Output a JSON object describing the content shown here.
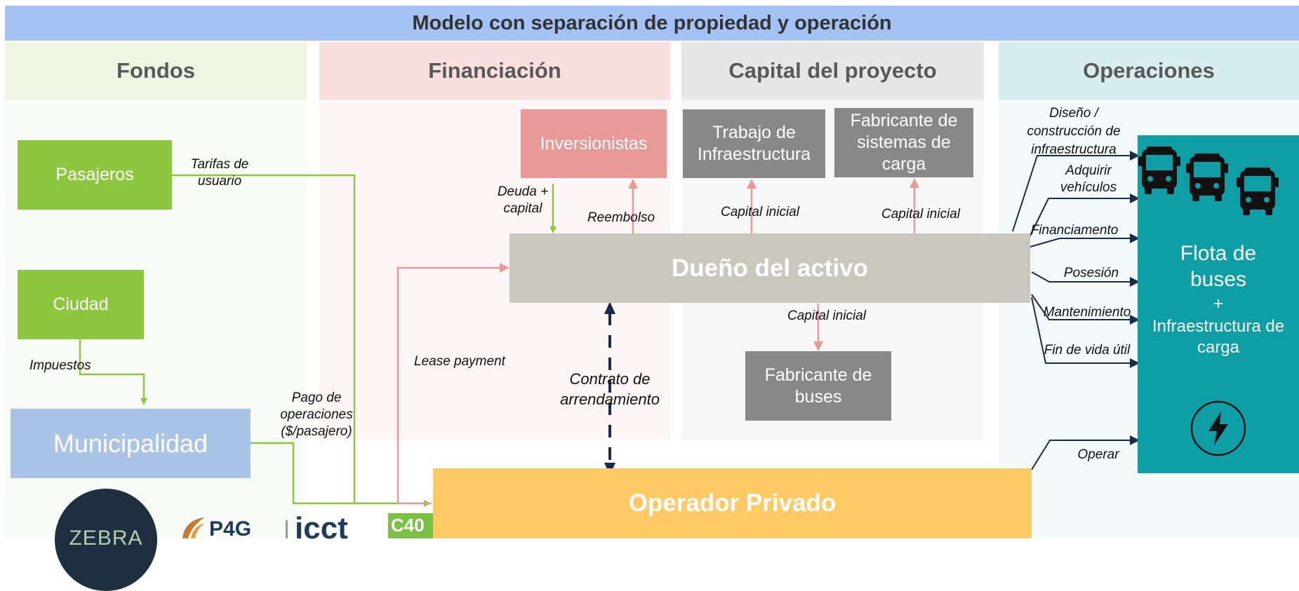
{
  "title": "Modelo con separación de propiedad y operación",
  "columns": {
    "fondos": "Fondos",
    "financiacion": "Financiación",
    "capital": "Capital del proyecto",
    "operaciones": "Operaciones"
  },
  "nodes": {
    "pasajeros": "Pasajeros",
    "ciudad": "Ciudad",
    "municipalidad": "Municipalidad",
    "inversionistas": "Inversionistas",
    "trabajo_infra": "Trabajo de Infraestructura",
    "fabricante_carga": "Fabricante de sistemas de carga",
    "dueno": "Dueño del activo",
    "fabricante_buses": "Fabricante de buses",
    "operador": "Operador Privado",
    "flota": "Flota de buses",
    "plus": "+",
    "infra_carga": "Infraestructura de carga"
  },
  "labels": {
    "tarifas": "Tarifas de usuario",
    "impuestos": "Impuestos",
    "pago_ops": "Pago de operaciones ($/pasajero)",
    "deuda": "Deuda + capital",
    "reembolso": "Reembolso",
    "lease": "Lease payment",
    "contrato": "Contrato de arrendamiento",
    "capital_inicial_1": "Capital inicial",
    "capital_inicial_2": "Capital inicial",
    "capital_inicial_3": "Capital inicial",
    "diseno": "Diseño / construcción de infraestructura",
    "adquirir": "Adquirir vehículos",
    "financiamento": "Financiamento",
    "posesion": "Posesión",
    "mantenimiento": "Mantenimiento",
    "fin_vida": "Fin de vida útil",
    "operar": "Operar"
  },
  "logos": {
    "zebra": "ZEBRA",
    "p4g": "P4G",
    "icct": "icct",
    "c40": "C40"
  },
  "colors": {
    "green": "#8dc63f",
    "pink": "#ea9999",
    "gray": "#888888",
    "teal": "#0e9ea6",
    "orange": "#ffc966",
    "blue": "#a4c2f4",
    "navy": "#1c2a4a"
  }
}
